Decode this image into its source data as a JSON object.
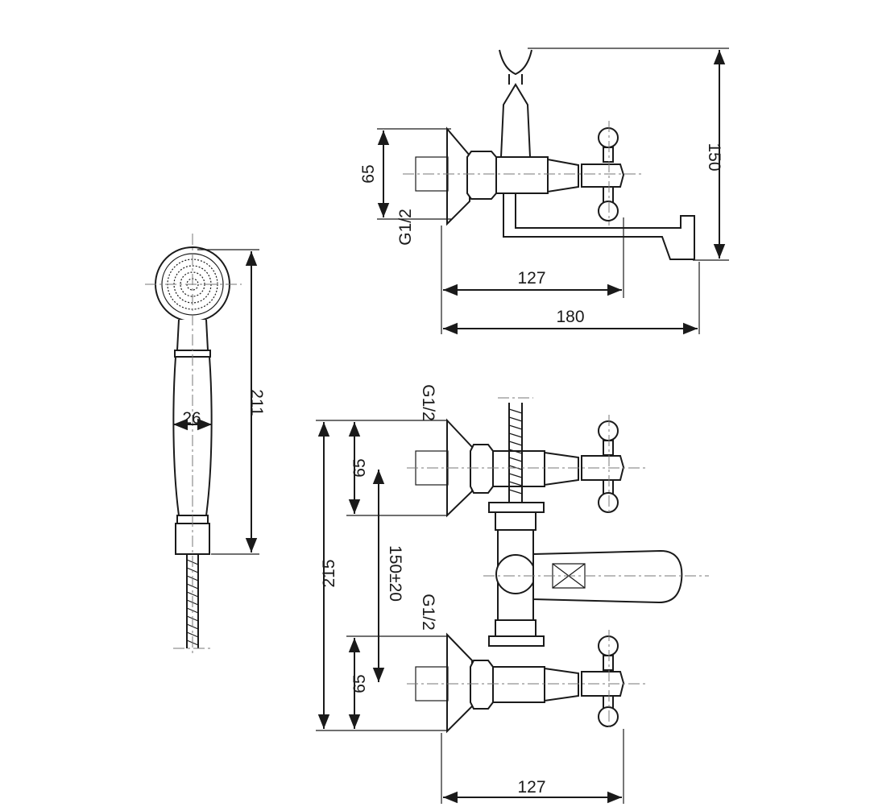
{
  "dimensions": {
    "top_view_height": "150",
    "top_view_inlet_height": "65",
    "top_view_thread": "G1/2",
    "top_view_spout_center": "127",
    "top_view_total_length": "180",
    "handshower_length": "211",
    "handshower_width": "26",
    "front_thread_top": "G1/2",
    "front_inlet_top": "65",
    "front_total_height": "215",
    "front_center_distance": "150±20",
    "front_thread_bottom": "G1/2",
    "front_inlet_bottom": "65",
    "front_width": "127"
  }
}
